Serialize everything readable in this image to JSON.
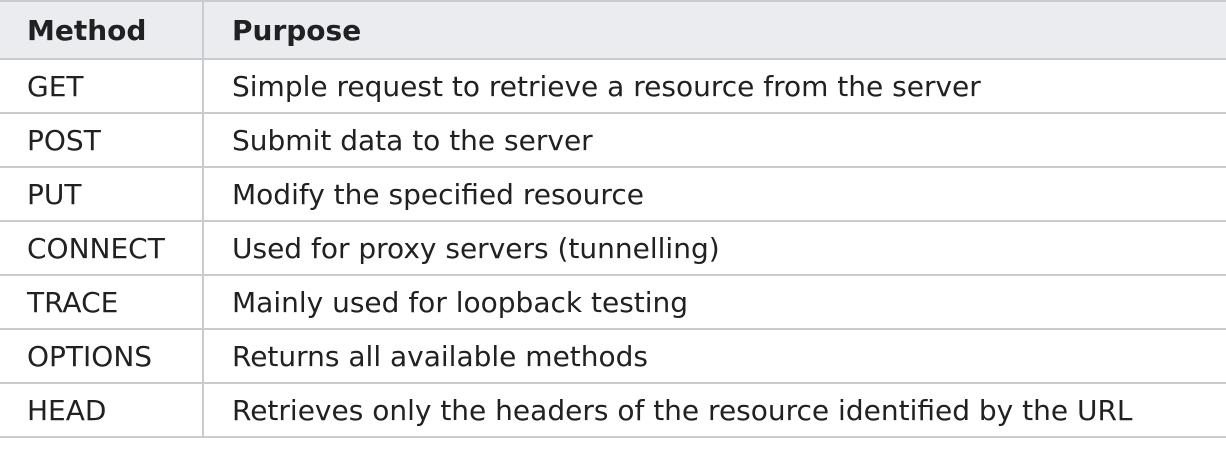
{
  "table": {
    "headers": [
      "Method",
      "Purpose"
    ],
    "rows": [
      [
        "GET",
        "Simple request to retrieve a resource from the server"
      ],
      [
        "POST",
        "Submit data to the server"
      ],
      [
        "PUT",
        "Modify the specified resource"
      ],
      [
        "CONNECT",
        "Used for proxy servers (tunnelling)"
      ],
      [
        "TRACE",
        "Mainly used for loopback testing"
      ],
      [
        "OPTIONS",
        "Returns all available methods"
      ],
      [
        "HEAD",
        "Retrieves only the headers of the resource identified by the URL"
      ]
    ]
  }
}
